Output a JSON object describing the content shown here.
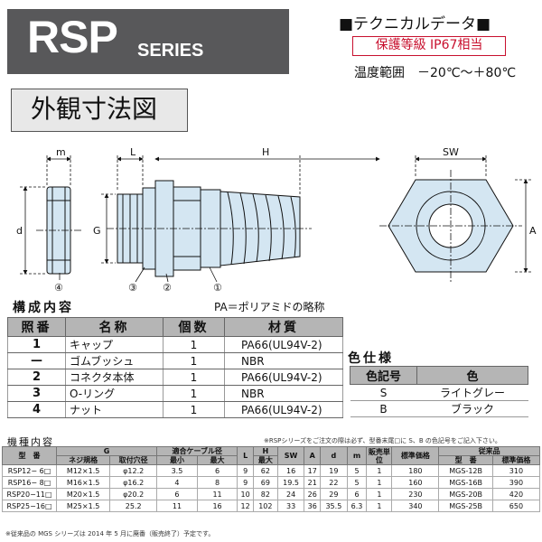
{
  "header": {
    "series_code": "RSP",
    "series_word": "SERIES",
    "tech_title": "■テクニカルデータ■",
    "protection": "保護等級 IP67相当",
    "temperature": "温度範囲　－20℃～＋80℃",
    "outline_title": "外観寸法図"
  },
  "drawing": {
    "labels": {
      "m": "m",
      "L": "L",
      "H": "H",
      "SW": "SW",
      "d": "d",
      "G": "G",
      "A": "A",
      "callout_1": "①",
      "callout_2": "②",
      "callout_3": "③",
      "callout_4": "④"
    }
  },
  "parts": {
    "title": "構成内容",
    "note": "PA＝ポリアミドの略称",
    "headers": [
      "照番",
      "名称",
      "個数",
      "材質"
    ],
    "rows": [
      {
        "no": "1",
        "name": "キャップ",
        "qty": "1",
        "material": "PA66(UL94V-2)"
      },
      {
        "no": "—",
        "name": "ゴムブッシュ",
        "qty": "1",
        "material": "NBR"
      },
      {
        "no": "2",
        "name": "コネクタ本体",
        "qty": "1",
        "material": "PA66(UL94V-2)"
      },
      {
        "no": "3",
        "name": "O-リング",
        "qty": "1",
        "material": "NBR"
      },
      {
        "no": "4",
        "name": "ナット",
        "qty": "1",
        "material": "PA66(UL94V-2)"
      }
    ]
  },
  "colors": {
    "title": "色仕様",
    "headers": [
      "色記号",
      "色"
    ],
    "rows": [
      {
        "code": "S",
        "color": "ライトグレー"
      },
      {
        "code": "B",
        "color": "ブラック"
      }
    ]
  },
  "models": {
    "title": "機種内容",
    "note": "※RSPシリーズをご注文の際は必ず、型番末尾□に S、B の色記号をご記入下さい。",
    "headers": {
      "model": "型　番",
      "G": "G",
      "thread": "ネジ規格",
      "hole": "取付穴径",
      "cable": "適合ケーブル径",
      "min": "最小",
      "max": "最大",
      "L": "L",
      "H": "H",
      "H_sub": "最大",
      "SW": "SW",
      "A": "A",
      "d": "d",
      "m": "m",
      "unit": "販売単位",
      "price": "標準価格",
      "old": "従来品",
      "old_model": "型　番",
      "old_price": "標準価格"
    },
    "rows": [
      {
        "model": "RSP12− 6□",
        "thread": "M12×1.5",
        "hole": "φ12.2",
        "min": "3.5",
        "max": "6",
        "L": "9",
        "H": "62",
        "SW": "16",
        "A": "17",
        "d": "19",
        "m": "5",
        "unit": "1",
        "price": "180",
        "old_model": "MGS-12B",
        "old_price": "310"
      },
      {
        "model": "RSP16− 8□",
        "thread": "M16×1.5",
        "hole": "φ16.2",
        "min": "4",
        "max": "8",
        "L": "9",
        "H": "69",
        "SW": "19.5",
        "A": "21",
        "d": "22",
        "m": "5",
        "unit": "1",
        "price": "160",
        "old_model": "MGS-16B",
        "old_price": "390"
      },
      {
        "model": "RSP20−11□",
        "thread": "M20×1.5",
        "hole": "φ20.2",
        "min": "6",
        "max": "11",
        "L": "10",
        "H": "82",
        "SW": "24",
        "A": "26",
        "d": "29",
        "m": "6",
        "unit": "1",
        "price": "230",
        "old_model": "MGS-20B",
        "old_price": "420"
      },
      {
        "model": "RSP25−16□",
        "thread": "M25×1.5",
        "hole": "25.2",
        "min": "11",
        "max": "16",
        "L": "12",
        "H": "102",
        "SW": "33",
        "A": "36",
        "d": "35.5",
        "m": "6.3",
        "unit": "1",
        "price": "340",
        "old_model": "MGS-25B",
        "old_price": "650"
      }
    ],
    "footnote": "※従来品の MGS シリーズは 2014 年 5 月に廃番（販売終了）予定です。"
  }
}
